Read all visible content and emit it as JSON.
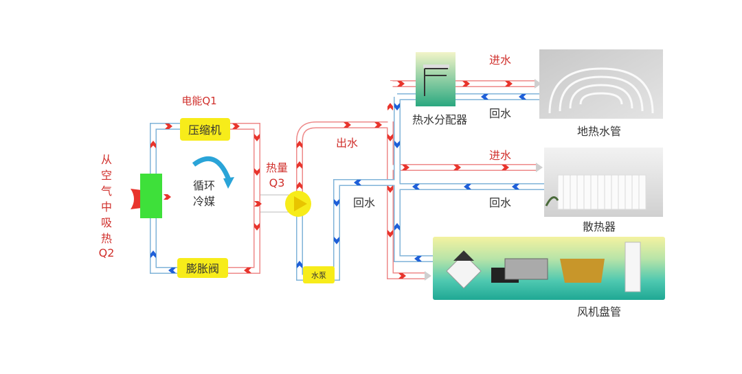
{
  "labels": {
    "electric_energy": "电能Q1",
    "compressor": "压缩机",
    "expansion_valve": "膨胀阀",
    "absorb_heat": [
      "从",
      "空",
      "气",
      "中",
      "吸",
      "热",
      "Q2"
    ],
    "circulating_refrigerant": [
      "循环",
      "冷媒"
    ],
    "heat_q3": [
      "热量",
      "Q3"
    ],
    "water_pump": "水泵",
    "water_out": "出水",
    "water_return_pump": "回水",
    "distributor": "热水分配器",
    "floor_in": "进水",
    "floor_return": "回水",
    "floor_heating": "地热水管",
    "radiator_in": "进水",
    "radiator_return": "回水",
    "radiator": "散热器",
    "fan_coil": "风机盘管"
  },
  "colors": {
    "hot": "#e8342c",
    "cold": "#1e5fd8",
    "box": "#f7ec1a",
    "evaporator": "#3ee03a",
    "label_red": "#d0302c",
    "label_dark": "#333333"
  }
}
